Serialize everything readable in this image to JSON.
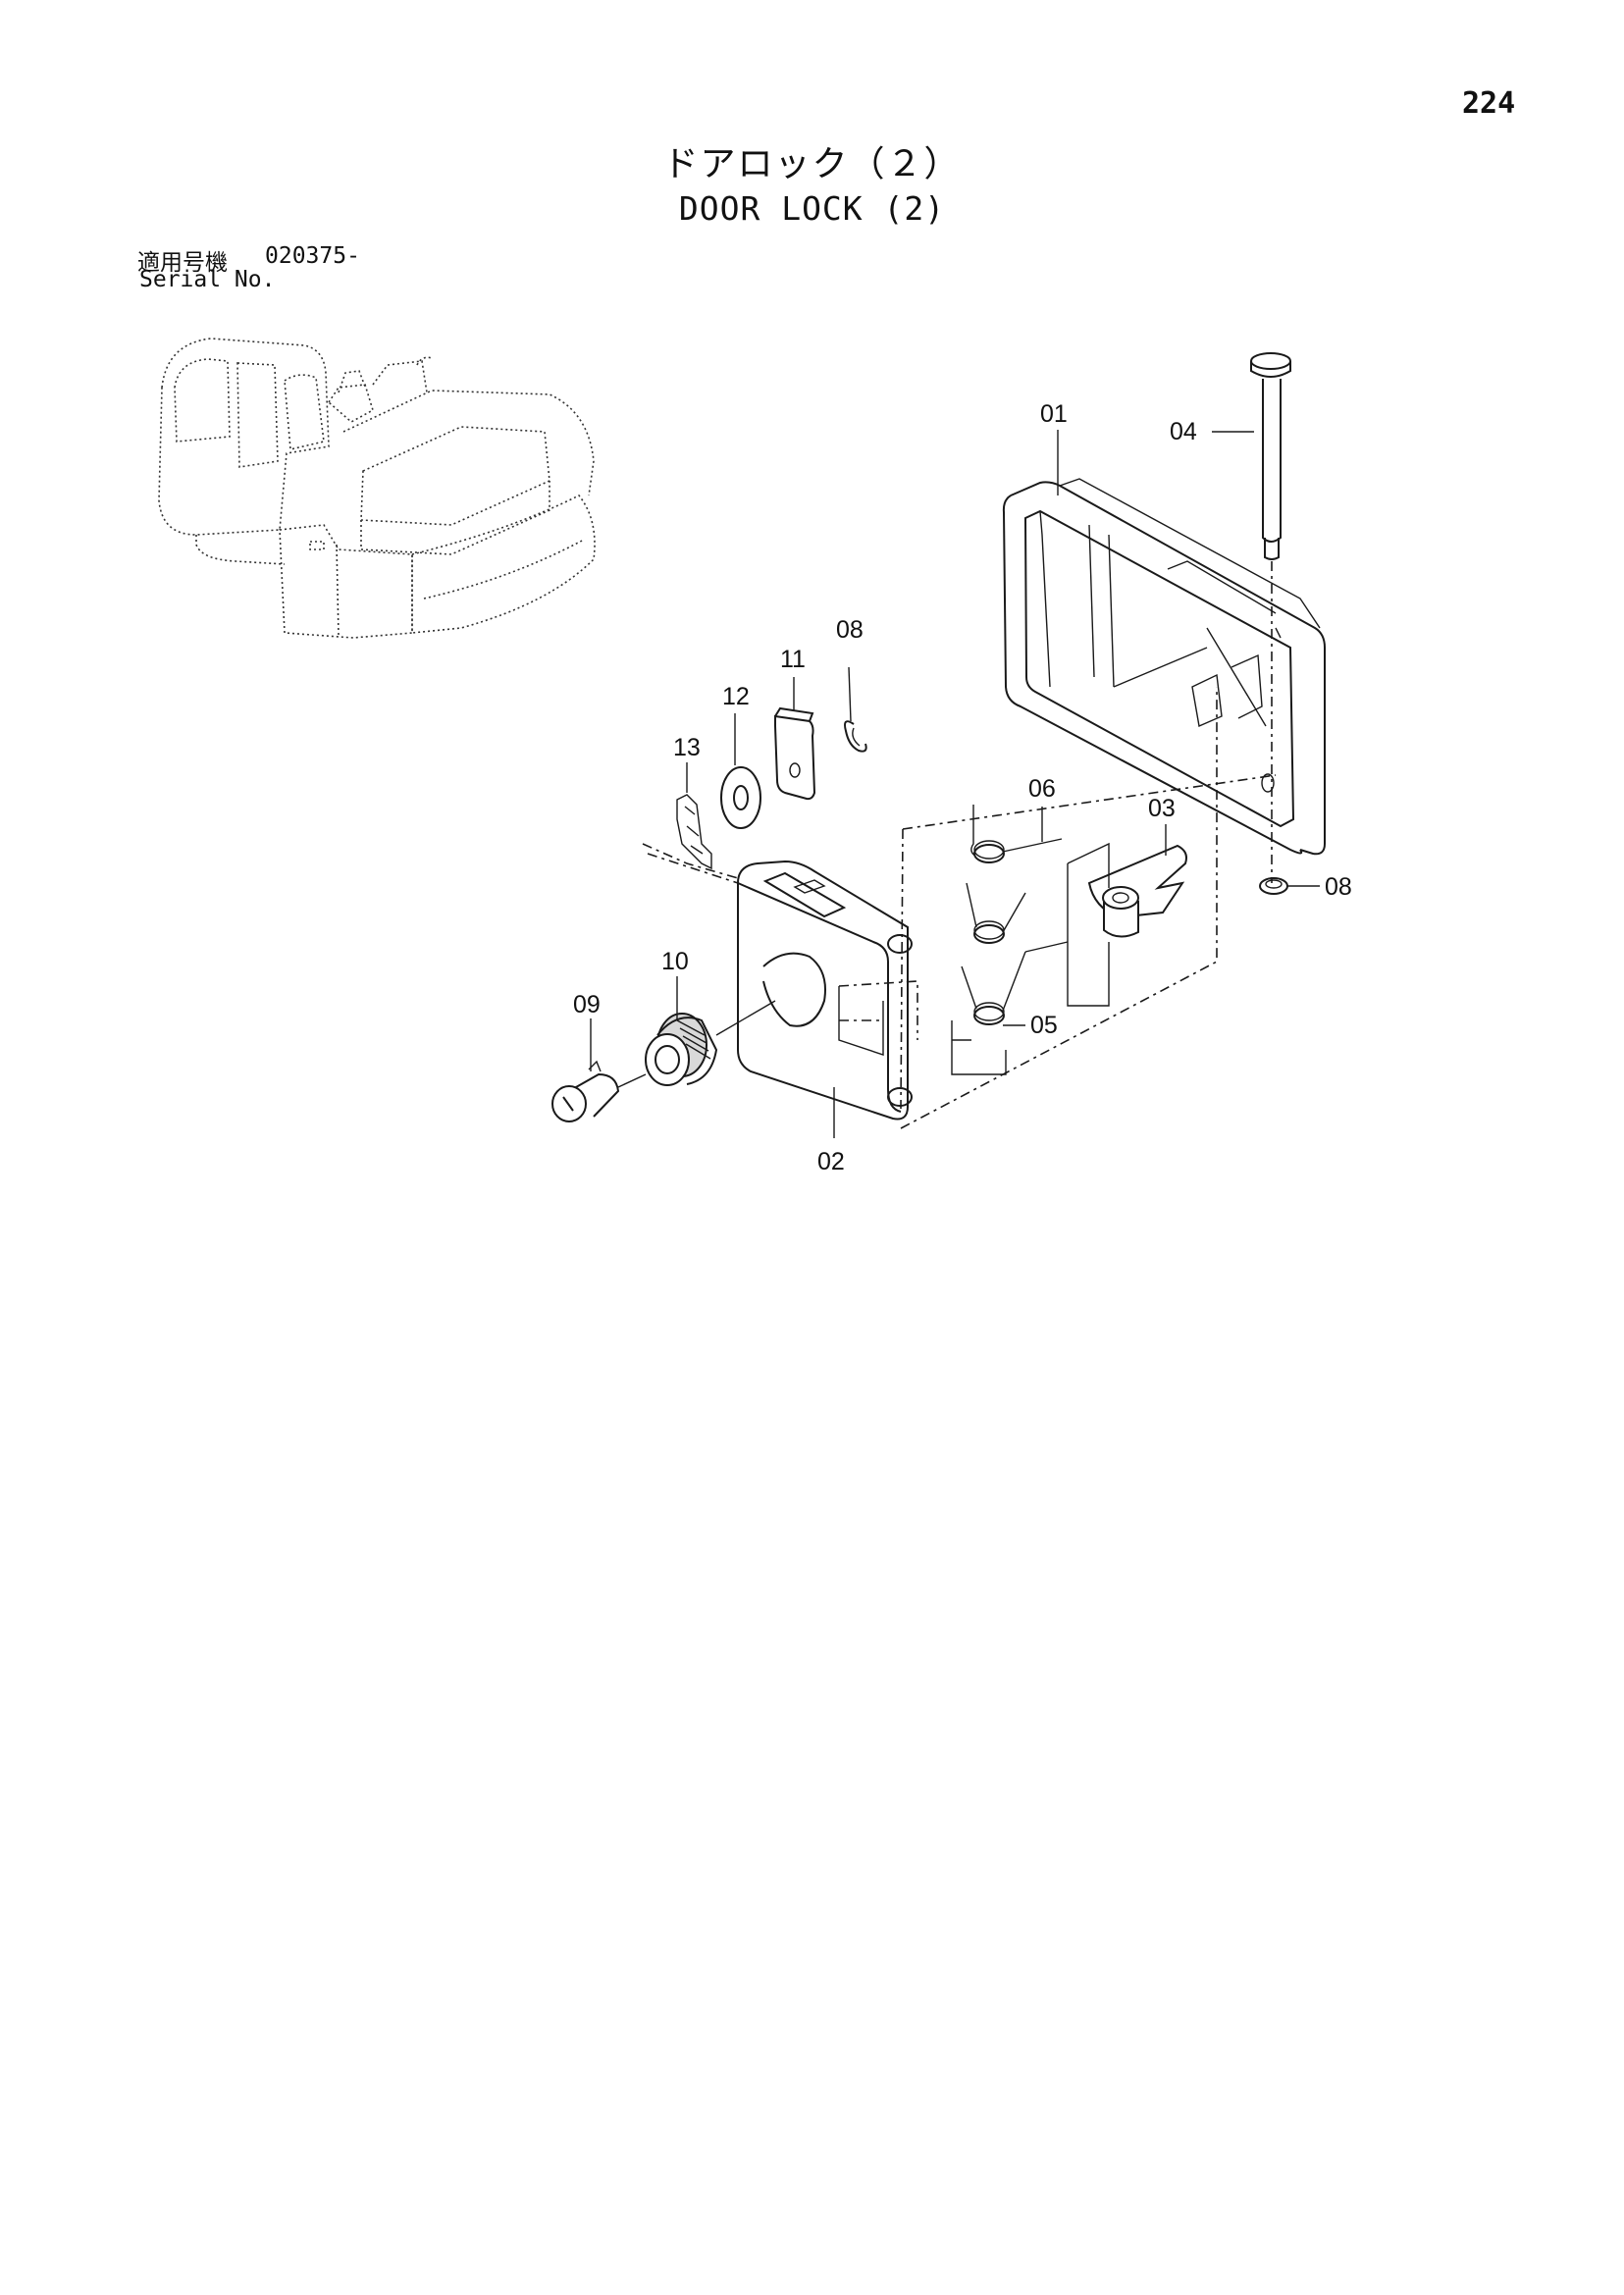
{
  "page_number": "224",
  "title": {
    "japanese": "ドアロック（２）",
    "english": "DOOR LOCK (2)"
  },
  "serial": {
    "label_japanese": "適用号機",
    "label_english": "Serial No.",
    "value": "020375-"
  },
  "callouts": {
    "c01": "01",
    "c02": "02",
    "c03": "03",
    "c04": "04",
    "c05": "05",
    "c06": "06",
    "c08a": "08",
    "c08b": "08",
    "c09": "09",
    "c10": "10",
    "c11": "11",
    "c12": "12",
    "c13": "13"
  }
}
